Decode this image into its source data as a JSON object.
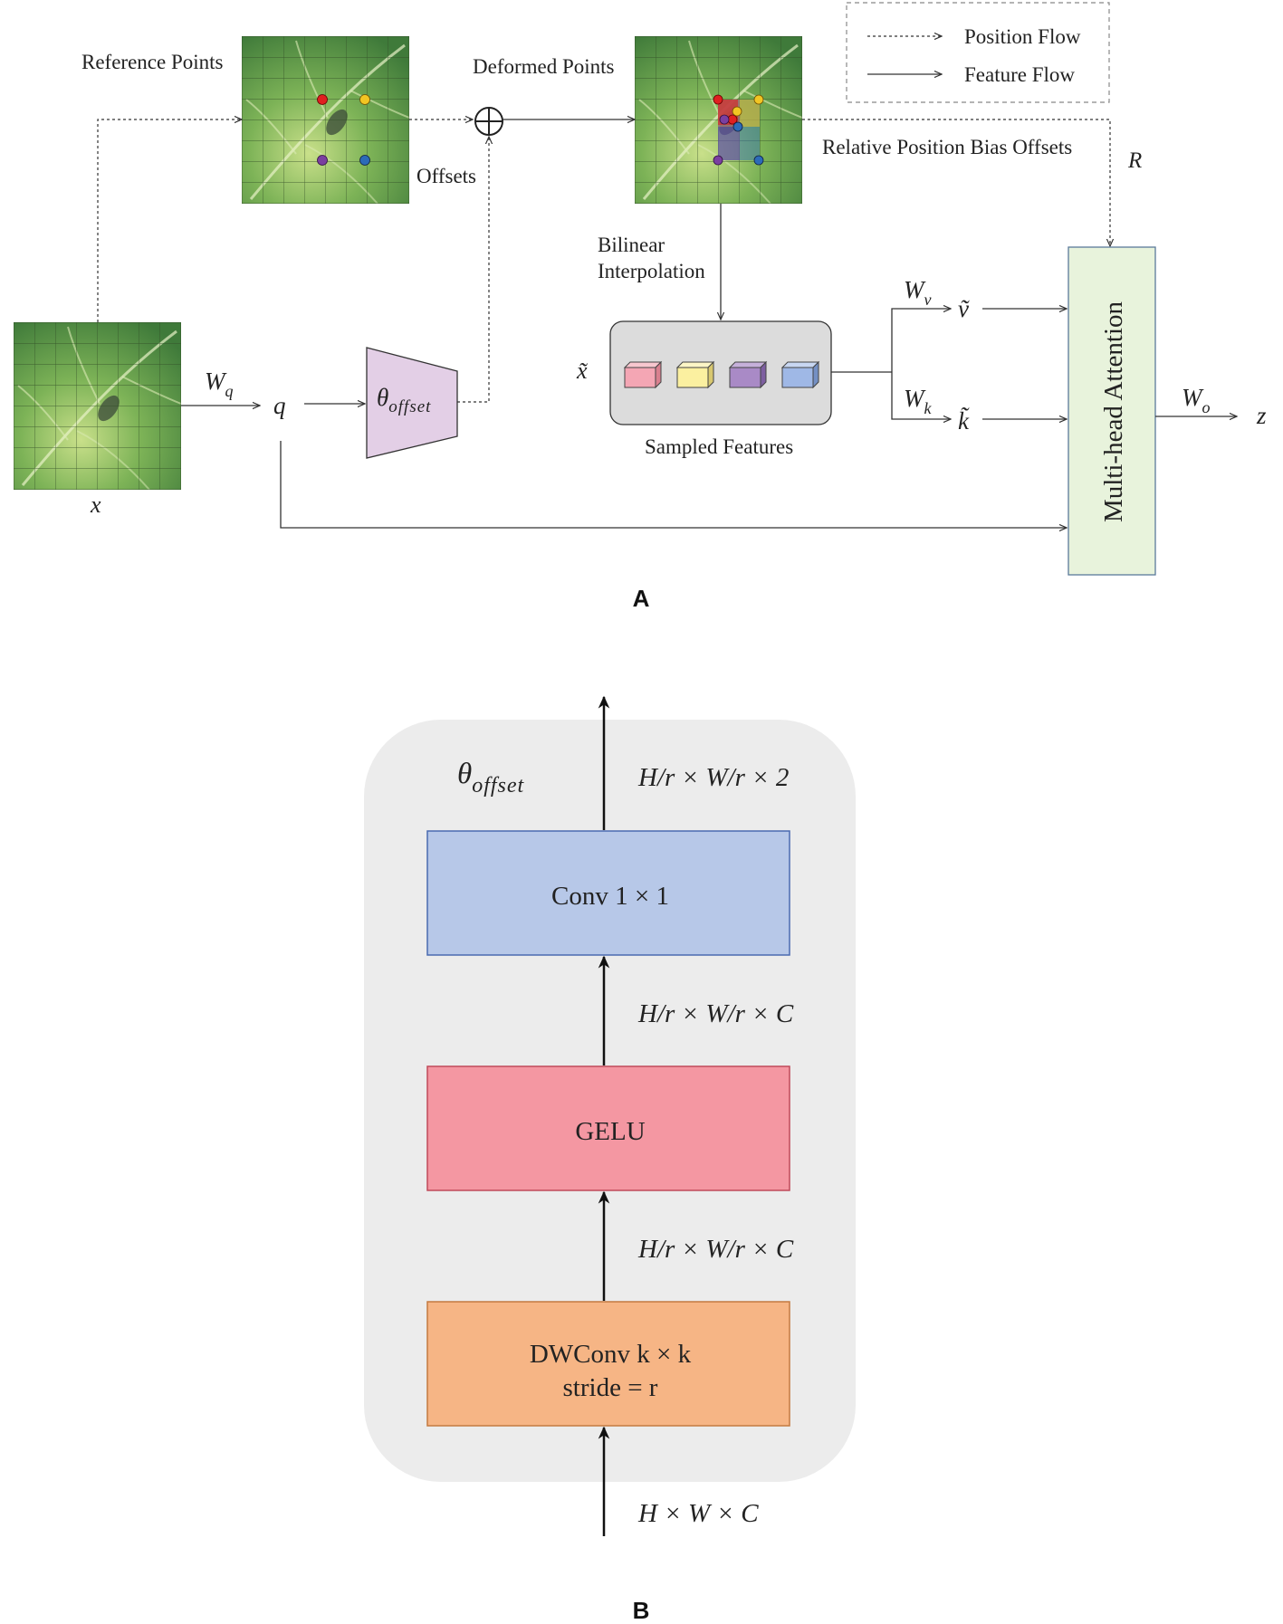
{
  "panel_a": {
    "label": "A",
    "legend": {
      "position_flow": "Position Flow",
      "feature_flow": "Feature Flow"
    },
    "labels": {
      "reference_points": "Reference Points",
      "deformed_points": "Deformed Points",
      "offsets": "Offsets",
      "relative_position_bias": "Relative Position Bias Offsets",
      "r": "R",
      "bilinear_1": "Bilinear",
      "bilinear_2": "Interpolation",
      "x_tilde": "x̃",
      "sampled_features": "Sampled Features",
      "x": "x",
      "q": "q",
      "w_q": "W",
      "w_q_sub": "q",
      "theta": "θ",
      "theta_sub": "offset",
      "w_v": "W",
      "w_v_sub": "v",
      "w_k": "W",
      "w_k_sub": "k",
      "v_tilde": "ṽ",
      "k_tilde": "k̃",
      "mha": "Multi-head Attention",
      "w_o": "W",
      "w_o_sub": "o",
      "z": "z"
    },
    "colors": {
      "leaf": "#6fa24a",
      "theta_box": "#e3cfe6",
      "mha_box": "#e8f3dc",
      "sampled_box": "#dcdcdc",
      "cube_pink": "#f4a6b4",
      "cube_yellow": "#fbf0a0",
      "cube_purple": "#a98ac6",
      "cube_blue": "#9fb8e6"
    }
  },
  "panel_b": {
    "label": "B",
    "theta": "θ",
    "theta_sub": "offset",
    "dim_top": "H/r × W/r × 2",
    "dim_mid1": "H/r × W/r × C",
    "dim_mid2": "H/r × W/r × C",
    "dim_bottom": "H × W × C",
    "conv": "Conv 1 × 1",
    "gelu": "GELU",
    "dwconv_1": "DWConv k × k",
    "dwconv_2": "stride = r",
    "colors": {
      "container": "#ececec",
      "conv": "#b7c8e8",
      "gelu": "#f497a2",
      "dwconv": "#f6b585"
    }
  }
}
